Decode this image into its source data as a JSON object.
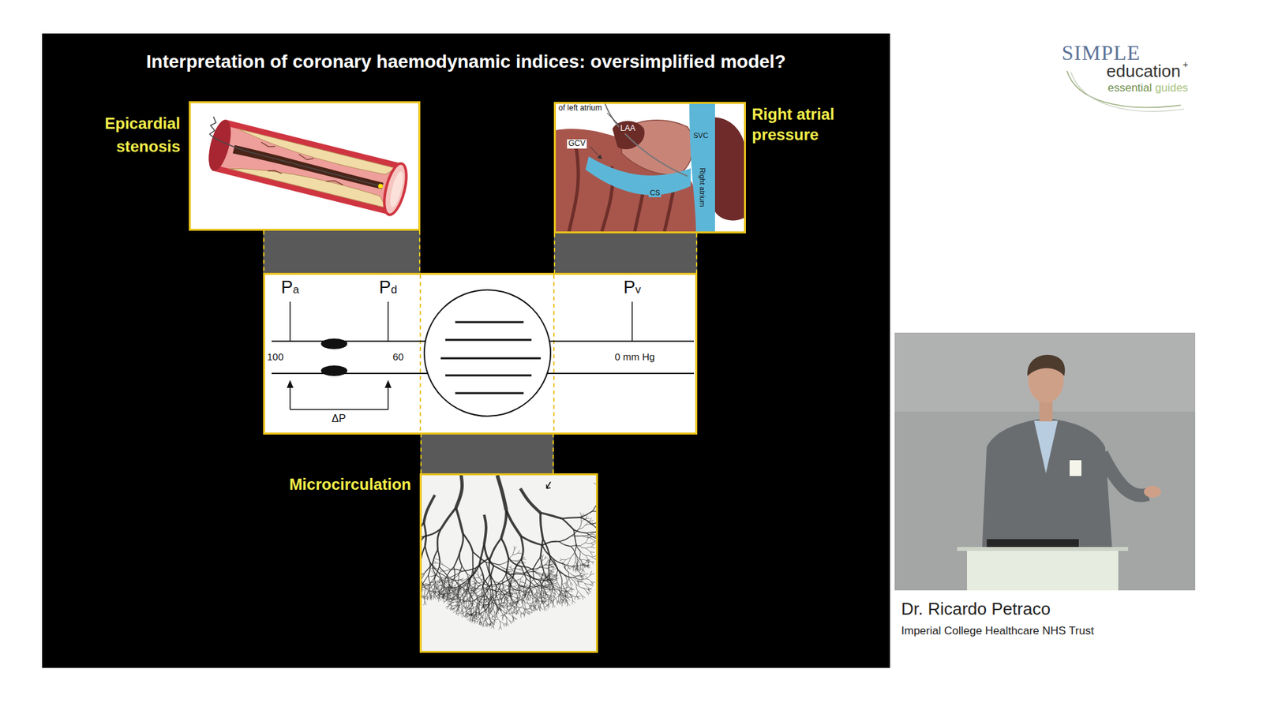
{
  "diagram": {
    "title": "Interpretation of coronary haemodynamic indices: oversimplified model?",
    "nodes": [
      {
        "text": [
          "Epicardial stenosis"
        ]
      },
      {
        "text": [
          "Right atrial pressure"
        ]
      },
      {
        "text": [
          "Pa",
          "Pd",
          "Pv",
          "100",
          "60",
          "0 mm Hg",
          "ΔP"
        ]
      },
      {
        "text": [
          "Microcirculation"
        ]
      }
    ],
    "edges": [
      {
        "from": 0,
        "to": 2,
        "arrow": "none"
      },
      {
        "from": 1,
        "to": 2,
        "arrow": "none"
      },
      {
        "from": 3,
        "to": 2,
        "arrow": "none"
      }
    ],
    "labels": [
      "of left atrium",
      "LAA",
      "GCV",
      "SVC",
      "CS",
      "Right atrium",
      "SIMPLE",
      "education",
      "+",
      "essential",
      "guides",
      "Dr. Ricardo Petraco",
      "Imperial College Healthcare NHS Trust"
    ]
  }
}
